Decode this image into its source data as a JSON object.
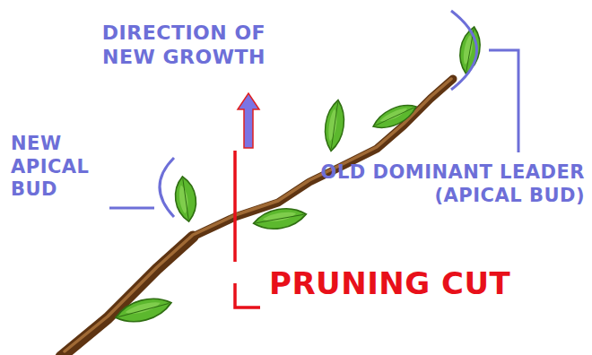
{
  "diagram": {
    "labels": [
      "DIRECTION OF NEW GROWTH",
      "NEW APICAL BUD",
      "OLD DOMINANT LEADER (APICAL BUD)",
      "PRUNING CUT"
    ]
  }
}
